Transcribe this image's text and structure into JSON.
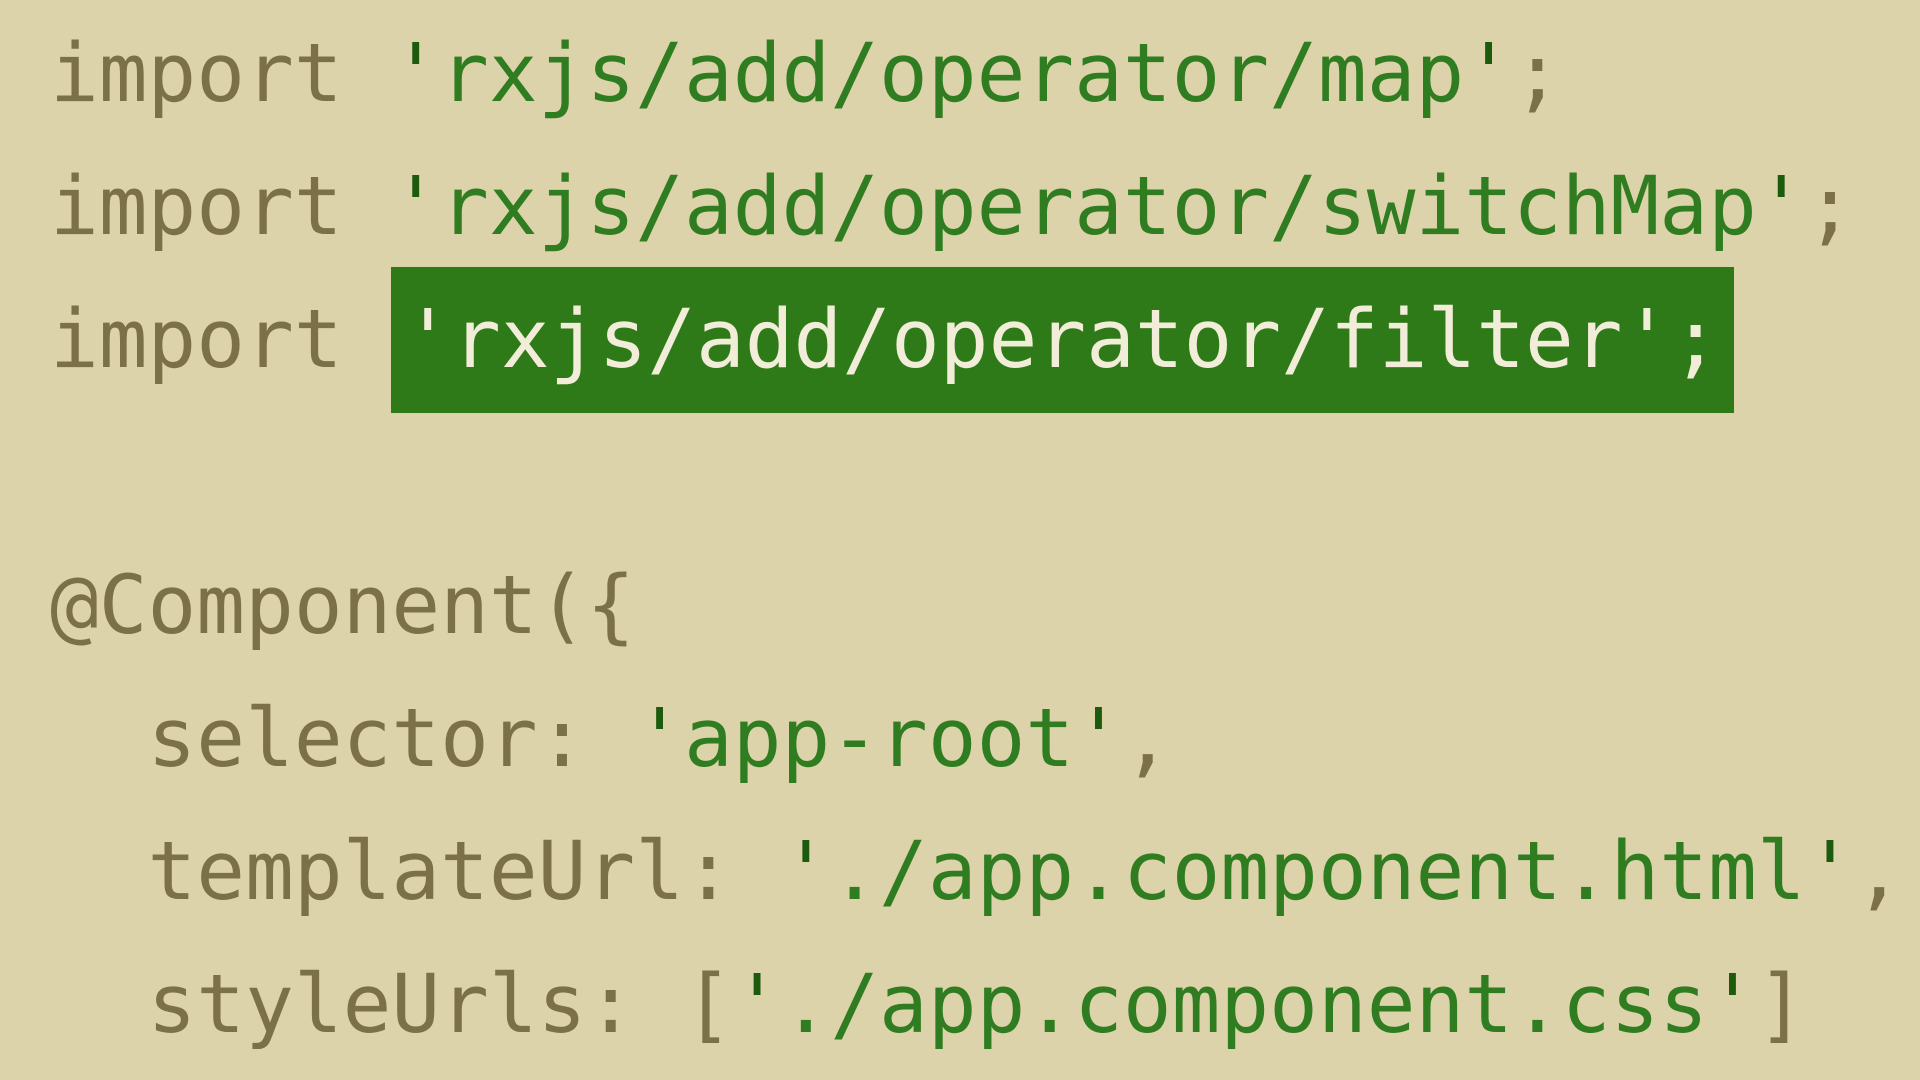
{
  "theme": {
    "background_color": "#ddd3ab",
    "code_color": "#7c7049",
    "string_color": "#2f7d20",
    "quote_color": "#1c5a0e",
    "highlight_background_color": "#2e7a18",
    "highlight_text_color": "#f2edd9"
  },
  "code": {
    "language": "typescript",
    "lines": [
      {
        "name": "import-map-line",
        "segments": [
          {
            "text": "import ",
            "role": "plain"
          },
          {
            "text": "'",
            "role": "quote"
          },
          {
            "text": "rxjs/add/operator/map",
            "role": "string"
          },
          {
            "text": "'",
            "role": "quote"
          },
          {
            "text": ";",
            "role": "plain"
          }
        ]
      },
      {
        "name": "import-switchmap-line",
        "segments": [
          {
            "text": "import ",
            "role": "plain"
          },
          {
            "text": "'",
            "role": "quote"
          },
          {
            "text": "rxjs/add/operator/switchMap",
            "role": "string"
          },
          {
            "text": "'",
            "role": "quote"
          },
          {
            "text": ";",
            "role": "plain"
          }
        ]
      },
      {
        "name": "import-filter-line",
        "segments": [
          {
            "text": "import ",
            "role": "plain"
          },
          {
            "text": "'rxjs/add/operator/filter';",
            "role": "highlight"
          }
        ]
      },
      {
        "name": "blank-line",
        "segments": []
      },
      {
        "name": "component-decorator-line",
        "segments": [
          {
            "text": "@Component({",
            "role": "plain"
          }
        ]
      },
      {
        "name": "selector-line",
        "segments": [
          {
            "text": "  selector: ",
            "role": "plain"
          },
          {
            "text": "'",
            "role": "quote"
          },
          {
            "text": "app-root",
            "role": "string"
          },
          {
            "text": "'",
            "role": "quote"
          },
          {
            "text": ",",
            "role": "plain"
          }
        ]
      },
      {
        "name": "template-url-line",
        "segments": [
          {
            "text": "  templateUrl: ",
            "role": "plain"
          },
          {
            "text": "'",
            "role": "quote"
          },
          {
            "text": "./app.component.html",
            "role": "string"
          },
          {
            "text": "'",
            "role": "quote"
          },
          {
            "text": ",",
            "role": "plain"
          }
        ]
      },
      {
        "name": "style-urls-line",
        "segments": [
          {
            "text": "  styleUrls: [",
            "role": "plain"
          },
          {
            "text": "'",
            "role": "quote"
          },
          {
            "text": "./app.component.css",
            "role": "string"
          },
          {
            "text": "'",
            "role": "quote"
          },
          {
            "text": "]",
            "role": "plain"
          }
        ]
      }
    ]
  }
}
